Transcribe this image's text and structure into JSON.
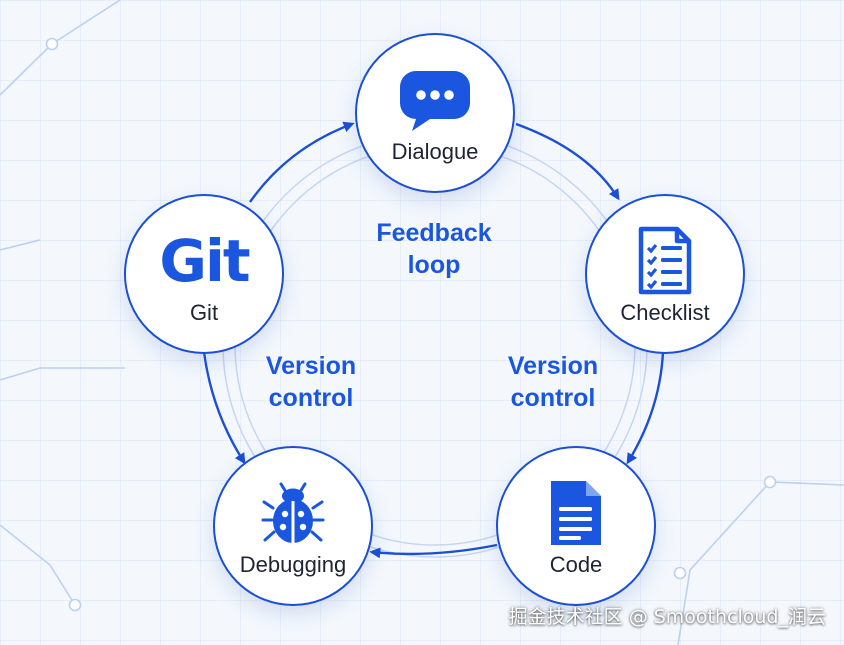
{
  "nodes": {
    "dialogue": {
      "label": "Dialogue",
      "icon": "chat-bubble-icon"
    },
    "checklist": {
      "label": "Checklist",
      "icon": "checklist-icon"
    },
    "code": {
      "label": "Code",
      "icon": "document-icon"
    },
    "debugging": {
      "label": "Debugging",
      "icon": "bug-icon"
    },
    "git": {
      "label": "Git",
      "logo_text": "Git",
      "icon": "git-logo"
    }
  },
  "center_labels": {
    "feedback": [
      "Feedback",
      "loop"
    ],
    "version_left": [
      "Version",
      "control"
    ],
    "version_right": [
      "Version",
      "control"
    ]
  },
  "watermark": "掘金技术社区 @ Smoothcloud_润云",
  "colors": {
    "accent": "#1a56e0",
    "border": "#1a4fd6",
    "text": "#1e2433",
    "background": "#f4f8fd"
  }
}
